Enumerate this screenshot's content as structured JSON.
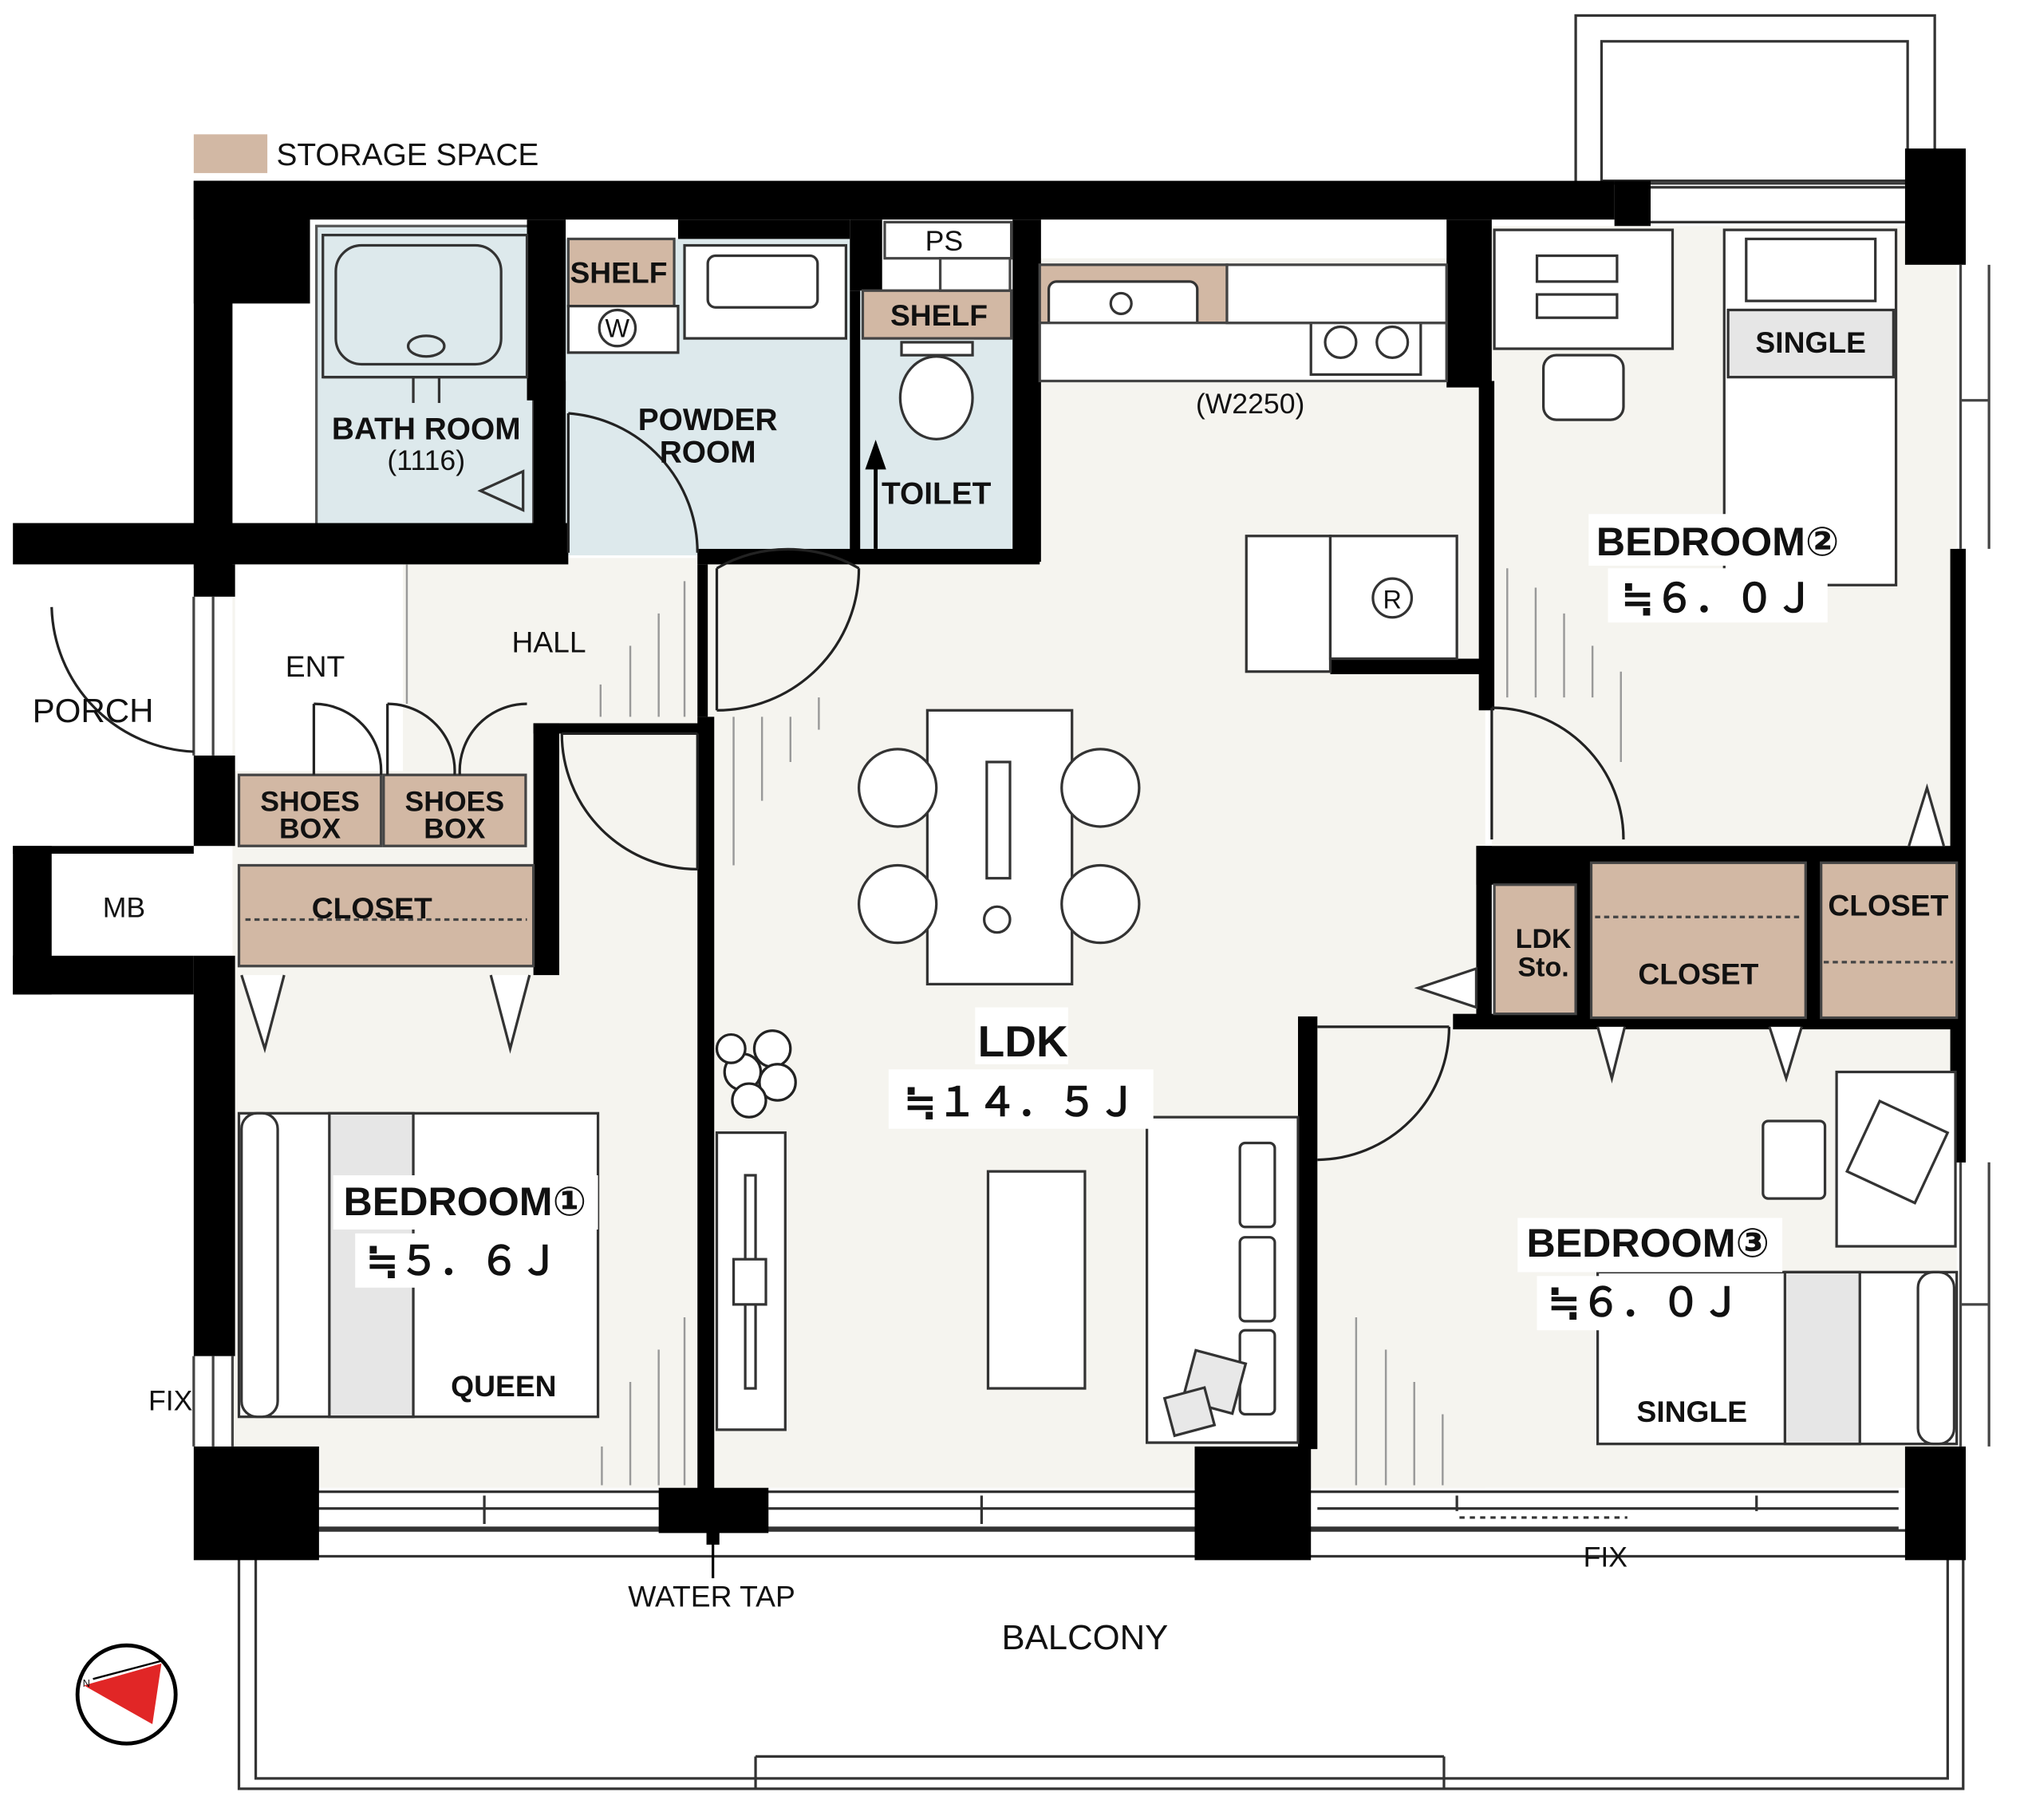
{
  "legend": {
    "label": "STORAGE SPACE",
    "color": "#d2b8a4"
  },
  "colors": {
    "wall": "#000000",
    "floor": "#f5f4ef",
    "wet_area": "#dde9ec",
    "storage": "#d2b8a4",
    "background": "#ffffff"
  },
  "rooms": {
    "bath": {
      "name": "BATH ROOM",
      "size": "(1116)"
    },
    "powder": {
      "name_line1": "POWDER",
      "name_line2": "ROOM"
    },
    "toilet": {
      "name": "TOILET"
    },
    "ps": {
      "name": "PS"
    },
    "kitchen": {
      "width_note": "(W2250)"
    },
    "bedroom2": {
      "name": "BEDROOM②",
      "area": "≒６．０Ｊ",
      "bed": "SINGLE"
    },
    "ldk": {
      "name": "LDK",
      "area": "≒１４．５Ｊ"
    },
    "bedroom1": {
      "name": "BEDROOM①",
      "area": "≒５．６Ｊ",
      "bed": "QUEEN"
    },
    "bedroom3": {
      "name": "BEDROOM③",
      "area": "≒６．０Ｊ",
      "bed": "SINGLE"
    },
    "hall": {
      "name": "HALL"
    },
    "ent": {
      "name": "ENT"
    },
    "porch": {
      "name": "PORCH"
    },
    "mb": {
      "name": "MB"
    },
    "balcony": {
      "name": "BALCONY"
    }
  },
  "storage_items": {
    "shelf_powder": "SHELF",
    "shelf_toilet": "SHELF",
    "shoes_box_1_line1": "SHOES",
    "shoes_box_1_line2": "BOX",
    "shoes_box_2_line1": "SHOES",
    "shoes_box_2_line2": "BOX",
    "closet_bed1": "CLOSET",
    "ldk_sto_line1": "LDK",
    "ldk_sto_line2": "Sto.",
    "closet_mid": "CLOSET",
    "closet_right": "CLOSET"
  },
  "symbols": {
    "washer": "W",
    "refrigerator": "R"
  },
  "notes": {
    "fix_left": "FIX",
    "fix_right": "FIX",
    "water_tap": "WATER TAP"
  },
  "compass": {
    "north": "N"
  }
}
